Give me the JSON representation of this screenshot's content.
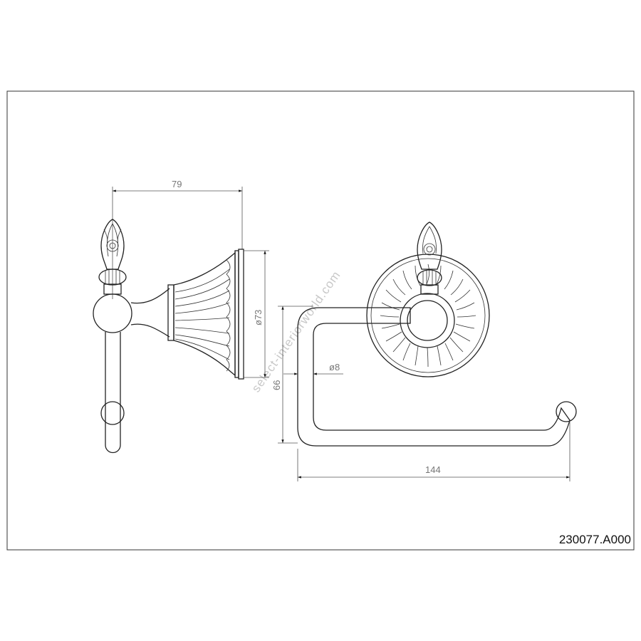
{
  "drawing": {
    "product_code": "230077.A000",
    "watermark": "select-interiorworld.com",
    "dimensions": {
      "depth": "79",
      "plate_diameter": "ø73",
      "height": "66",
      "bar_diameter": "ø8",
      "width": "144"
    }
  }
}
